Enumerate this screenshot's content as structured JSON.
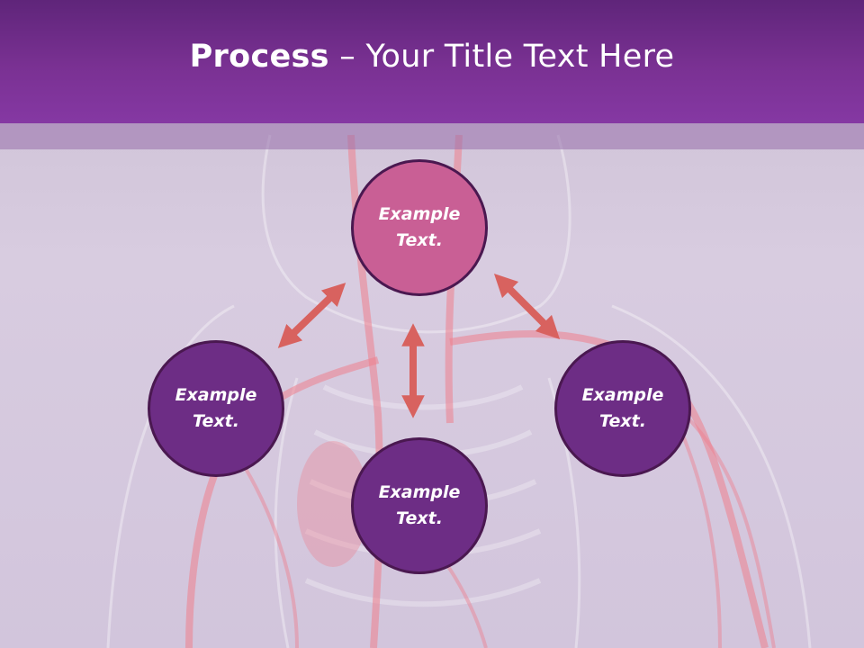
{
  "slide": {
    "title_bold": "Process",
    "title_rest": " – Your Title Text Here"
  },
  "diagram": {
    "nodes": [
      {
        "id": "top",
        "line1": "Example",
        "line2": "Text."
      },
      {
        "id": "left",
        "line1": "Example",
        "line2": "Text."
      },
      {
        "id": "right",
        "line1": "Example",
        "line2": "Text."
      },
      {
        "id": "bottom",
        "line1": "Example",
        "line2": "Text."
      }
    ]
  },
  "colors": {
    "title_bar": "#7a3193",
    "node_primary": "#c95f95",
    "node_secondary": "#6d2d85",
    "node_border": "#4a1850",
    "arrow": "#d8625f"
  },
  "background": {
    "image_subject": "anatomy-chest-illustration"
  }
}
